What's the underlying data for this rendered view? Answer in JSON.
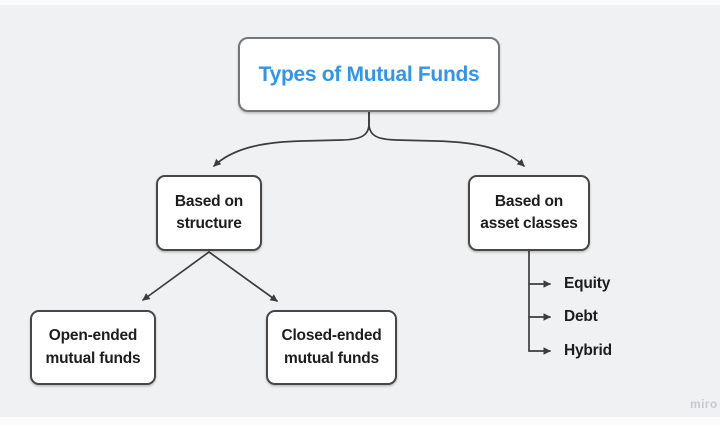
{
  "board": {
    "watermark": "miro"
  },
  "colors": {
    "background": "#f0f1f2",
    "strip": "#fbfbfc",
    "box_fill": "#ffffff",
    "box_border": "#474747",
    "title_border": "#767676",
    "title_text": "#2f96ea",
    "node_text": "#1d1d1f",
    "connector": "#3d3d3d",
    "watermark_text": "#c7c9cc"
  },
  "nodes": {
    "title": {
      "label": "Types of Mutual Funds"
    },
    "structure": {
      "line1": "Based on",
      "line2": "structure"
    },
    "asset_classes": {
      "line1": "Based on",
      "line2": "asset classes"
    },
    "open_ended": {
      "line1": "Open-ended",
      "line2": "mutual funds"
    },
    "closed_ended": {
      "line1": "Closed-ended",
      "line2": "mutual funds"
    }
  },
  "asset_items": [
    {
      "label": "Equity"
    },
    {
      "label": "Debt"
    },
    {
      "label": "Hybrid"
    }
  ]
}
